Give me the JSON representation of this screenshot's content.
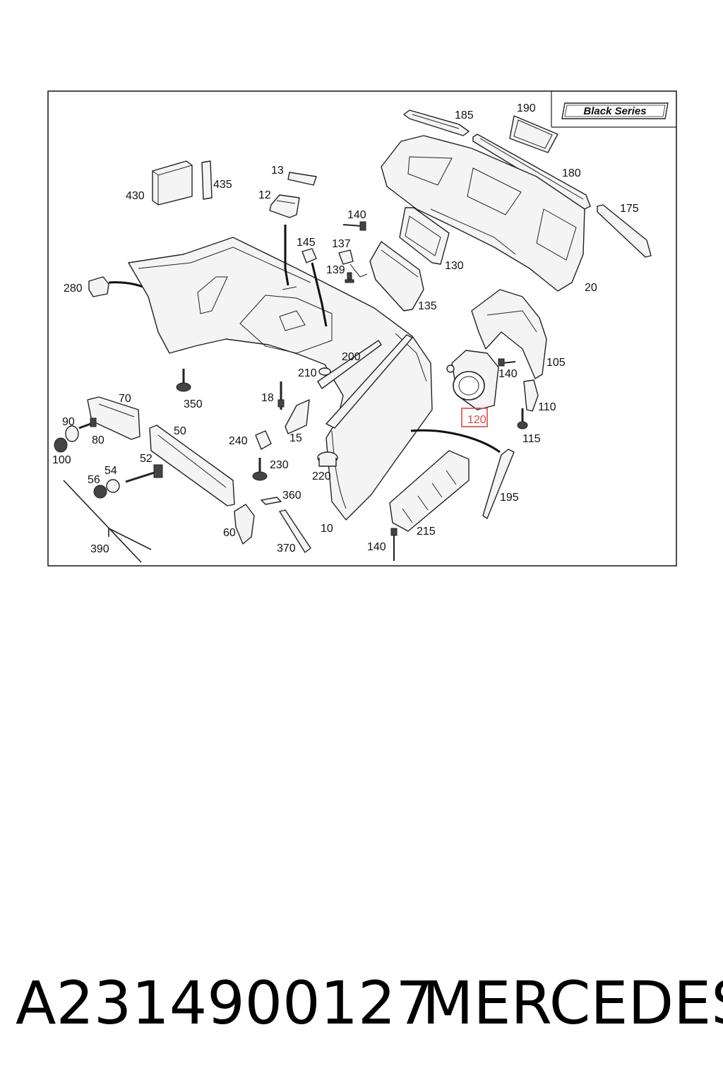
{
  "diagram": {
    "badge": "Black Series",
    "highlight_color": "#d44a4a",
    "labels": {
      "l10": "10",
      "l12": "12",
      "l13": "13",
      "l15": "15",
      "l18": "18",
      "l20": "20",
      "l50": "50",
      "l52": "52",
      "l54": "54",
      "l56": "56",
      "l60": "60",
      "l70": "70",
      "l80": "80",
      "l90": "90",
      "l100": "100",
      "l105": "105",
      "l110": "110",
      "l115": "115",
      "l120": "120",
      "l130": "130",
      "l135": "135",
      "l137": "137",
      "l139": "139",
      "l140a": "140",
      "l140b": "140",
      "l140c": "140",
      "l145": "145",
      "l175": "175",
      "l180": "180",
      "l185": "185",
      "l190": "190",
      "l195": "195",
      "l200": "200",
      "l210": "210",
      "l215": "215",
      "l220": "220",
      "l230": "230",
      "l240": "240",
      "l280": "280",
      "l350": "350",
      "l360": "360",
      "l370": "370",
      "l390": "390",
      "l430": "430",
      "l435": "435"
    }
  },
  "footer": {
    "part_number": "A2314900127",
    "brand": "MERCEDES"
  }
}
